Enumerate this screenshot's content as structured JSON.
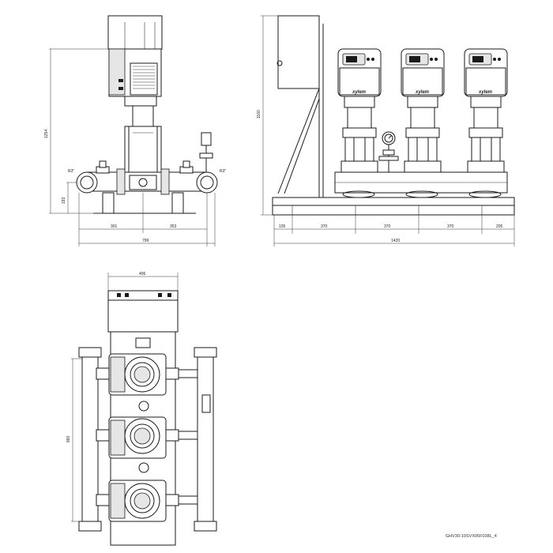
{
  "front_view": {
    "height_dim": "1254",
    "inlet_height_dim": "193",
    "left_connection": "R3\"",
    "right_connection": "R3\"",
    "left_span": "301",
    "right_span": "353",
    "total_width": "799"
  },
  "side_view": {
    "height_dim": "1160",
    "spacing": [
      "105",
      "370",
      "370",
      "370",
      "205"
    ],
    "total_length": "1420",
    "pump_brand": "xylem"
  },
  "top_view": {
    "width_dim": "406",
    "depth_dim": "860"
  },
  "drawing_code": "GHV30-10SVX05F038L_4"
}
